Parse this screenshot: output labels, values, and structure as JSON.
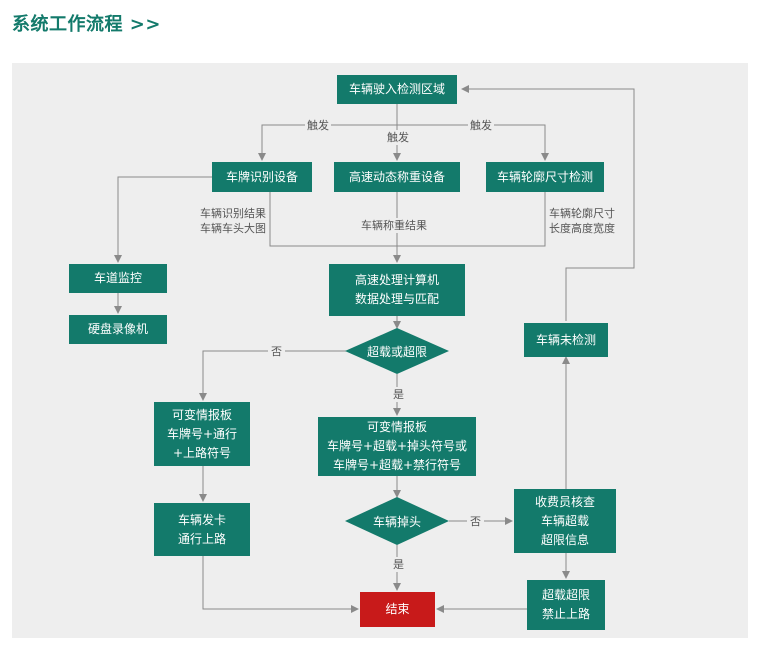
{
  "header": {
    "title": "系统工作流程 >>"
  },
  "colors": {
    "box": "#137a6b",
    "end": "#c81a1a",
    "panel": "#eeeeee",
    "arrow": "#8a8a8a"
  },
  "nodes": {
    "enter": "车辆驶入检测区域",
    "plate": "车牌识别设备",
    "weigh": "高速动态称重设备",
    "profile": "车辆轮廓尺寸检测",
    "lane_monitor": "车道监控",
    "dvr": "硬盘录像机",
    "computer": [
      "高速处理计算机",
      "数据处理与匹配"
    ],
    "overload_q": "超载或超限",
    "not_detected": "车辆未检测",
    "sign_left": [
      "可变情报板",
      "车牌号+通行",
      "+上路符号"
    ],
    "sign_mid": [
      "可变情报板",
      "车牌号+超载+掉头符号或",
      "车牌号+超载+禁行符号"
    ],
    "card": [
      "车辆发卡",
      "通行上路"
    ],
    "uturn_q": "车辆掉头",
    "cashier": [
      "收费员核查",
      "车辆超载",
      "超限信息"
    ],
    "overlimit": [
      "超载超限",
      "禁止上路"
    ],
    "end": "结束"
  },
  "labels": {
    "trigger_left": "触发",
    "trigger_mid": "触发",
    "trigger_right": "触发",
    "plate_result": [
      "车辆识别结果",
      "车辆车头大图"
    ],
    "weigh_result": "车辆称重结果",
    "profile_result": [
      "车辆轮廓尺寸",
      "长度高度宽度"
    ],
    "no1": "否",
    "yes1": "是",
    "no2": "否",
    "yes2": "是"
  }
}
